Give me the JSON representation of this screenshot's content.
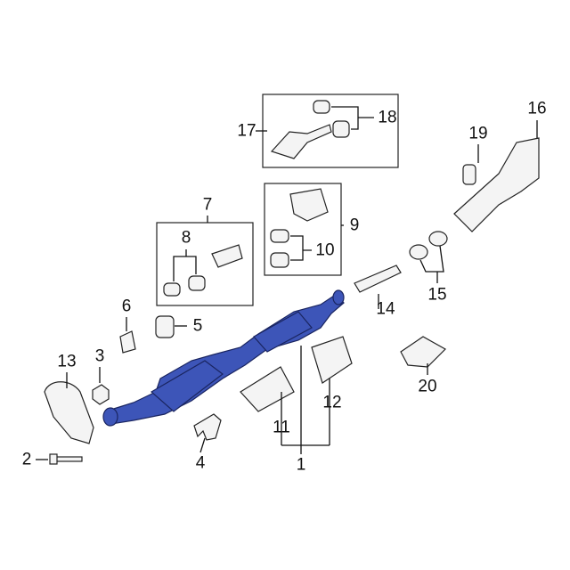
{
  "title": "Exhaust system parts diagram",
  "callouts": [
    "1",
    "2",
    "3",
    "4",
    "5",
    "6",
    "7",
    "8",
    "9",
    "10",
    "11",
    "12",
    "13",
    "14",
    "15",
    "16",
    "17",
    "18",
    "19",
    "20"
  ],
  "colors": {
    "assembly": "#3d55b8",
    "outline": "#222222"
  }
}
